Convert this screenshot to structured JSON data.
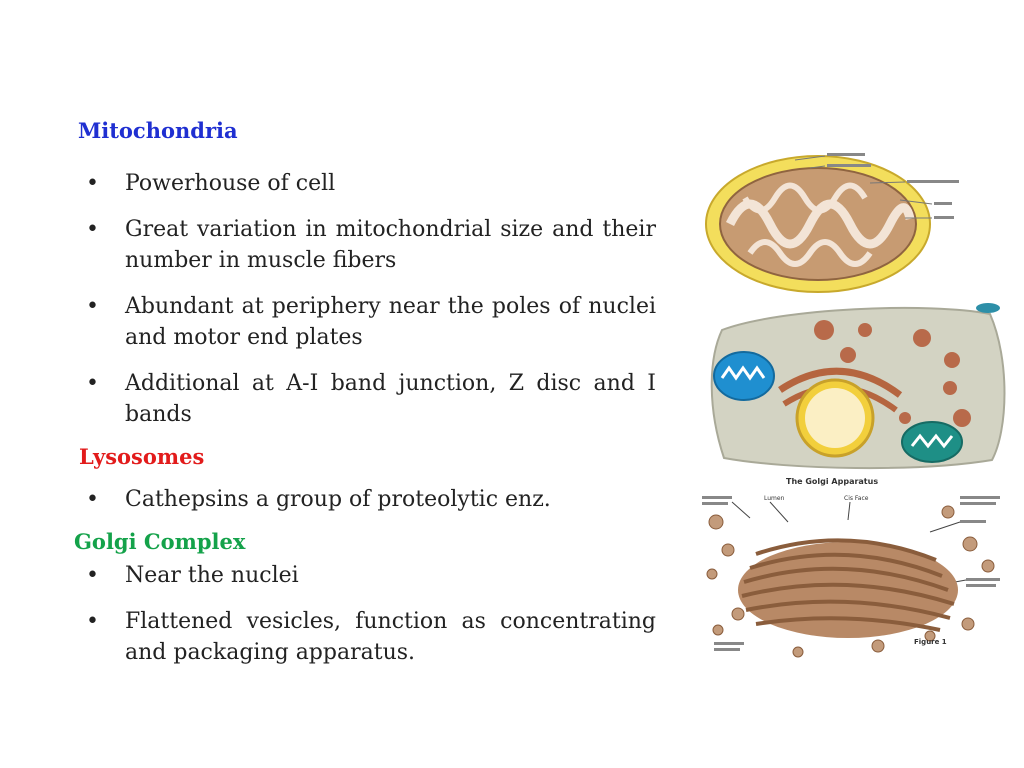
{
  "mitochondria": {
    "heading": "Mitochondria",
    "bullets": [
      "Powerhouse of cell",
      "Great variation in mitochondrial size and their number in muscle fibers",
      "Abundant at periphery near the poles of nuclei and motor end plates",
      "Additional at A-I band junction, Z disc and I bands"
    ]
  },
  "lysosomes": {
    "heading": "Lysosomes",
    "bullets": [
      "Cathepsins a group of proteolytic enz."
    ]
  },
  "golgi": {
    "heading": "Golgi Complex",
    "bullets": [
      "Near the nuclei",
      "Flattened vesicles, function as concentrating and packaging  apparatus."
    ]
  },
  "golgi_figure": {
    "title": "The Golgi Apparatus",
    "lumen": "Lumen",
    "cis_face": "Cis Face",
    "caption": "Figure 1"
  },
  "bullet_symbol": "•",
  "colors": {
    "mito": "#1f2fd1",
    "lyso": "#e21b1b",
    "golgi": "#14a24a"
  }
}
